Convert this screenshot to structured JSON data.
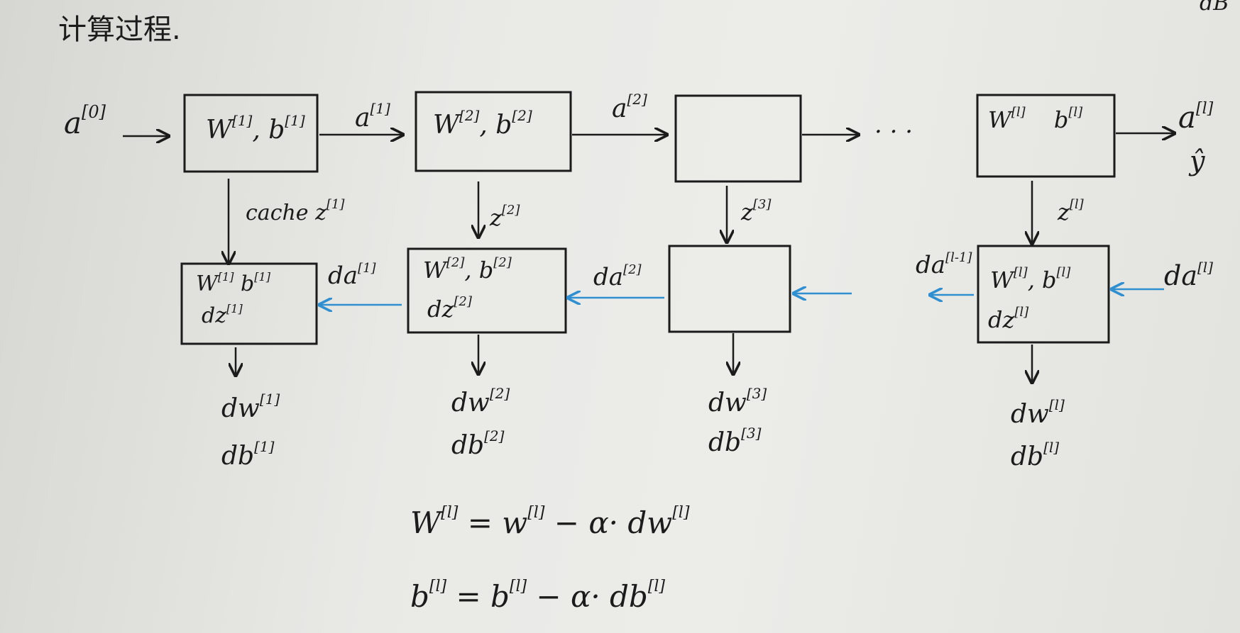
{
  "title": "计算过程.",
  "corner": "dB",
  "inputs": {
    "a0": "a",
    "a0_sup": "[0]"
  },
  "forward": [
    {
      "base1": "W",
      "sup1": "[1]",
      "sep": ", ",
      "base2": "b",
      "sup2": "[1]"
    },
    {
      "base1": "W",
      "sup1": "[2]",
      "sep": ", ",
      "base2": "b",
      "sup2": "[2]"
    },
    {
      "base1": "",
      "sup1": "",
      "sep": "",
      "base2": "",
      "sup2": ""
    },
    {
      "base1": "W",
      "sup1": "[l]",
      "sep": " ",
      "base2": "b",
      "sup2": "[l]"
    }
  ],
  "forward_labels": [
    {
      "base": "a",
      "sup": "[1]"
    },
    {
      "base": "a",
      "sup": "[2]"
    },
    {
      "text": "· · ·"
    },
    {
      "base": "a",
      "sup": "[l]",
      "below": "ŷ"
    }
  ],
  "cache_labels": [
    {
      "base": "cache z",
      "sup": "[1]"
    },
    {
      "base": "z",
      "sup": "[2]"
    },
    {
      "base": "z",
      "sup": "[3]"
    },
    {
      "base": "z",
      "sup": "[l]"
    }
  ],
  "backward": [
    {
      "base1": "W",
      "sup1": "[1]",
      "base2": " b",
      "sup2": "[1]",
      "base3": "dz",
      "sup3": "[1]"
    },
    {
      "base1": "W",
      "sup1": "[2]",
      "base2": ", b",
      "sup2": "[2]",
      "base3": "dz",
      "sup3": "[2]"
    },
    {
      "base1": "",
      "sup1": "",
      "base2": "",
      "sup2": "",
      "base3": "",
      "sup3": ""
    },
    {
      "base1": "W",
      "sup1": "[l]",
      "base2": ", b",
      "sup2": "[l]",
      "base3": "dz",
      "sup3": "[l]"
    }
  ],
  "backward_labels": [
    {
      "base": "da",
      "sup": "[1]"
    },
    {
      "base": "da",
      "sup": "[2]"
    },
    {
      "base": "da",
      "sup": "[l-1]"
    },
    {
      "base": "da",
      "sup": "[l]"
    }
  ],
  "grads": [
    {
      "dw": "dw",
      "dw_sup": "[1]",
      "db": "db",
      "db_sup": "[1]"
    },
    {
      "dw": "dw",
      "dw_sup": "[2]",
      "db": "db",
      "db_sup": "[2]"
    },
    {
      "dw": "dw",
      "dw_sup": "[3]",
      "db": "db",
      "db_sup": "[3]"
    },
    {
      "dw": "dw",
      "dw_sup": "[l]",
      "db": "db",
      "db_sup": "[l]"
    }
  ],
  "equations": [
    {
      "lhs": "W",
      "lhs_sup": "[l]",
      "mid": " = w",
      "mid_sup": "[l]",
      "rhs": " − α· dw",
      "rhs_sup": "[l]"
    },
    {
      "lhs": "b",
      "lhs_sup": "[l]",
      "mid": " =  b",
      "mid_sup": "[l]",
      "rhs": " − α· db",
      "rhs_sup": "[l]"
    }
  ],
  "colors": {
    "ink": "#1b1b1b",
    "backward_arrow": "#2f8fd0",
    "paper": "#e7e7e4"
  }
}
